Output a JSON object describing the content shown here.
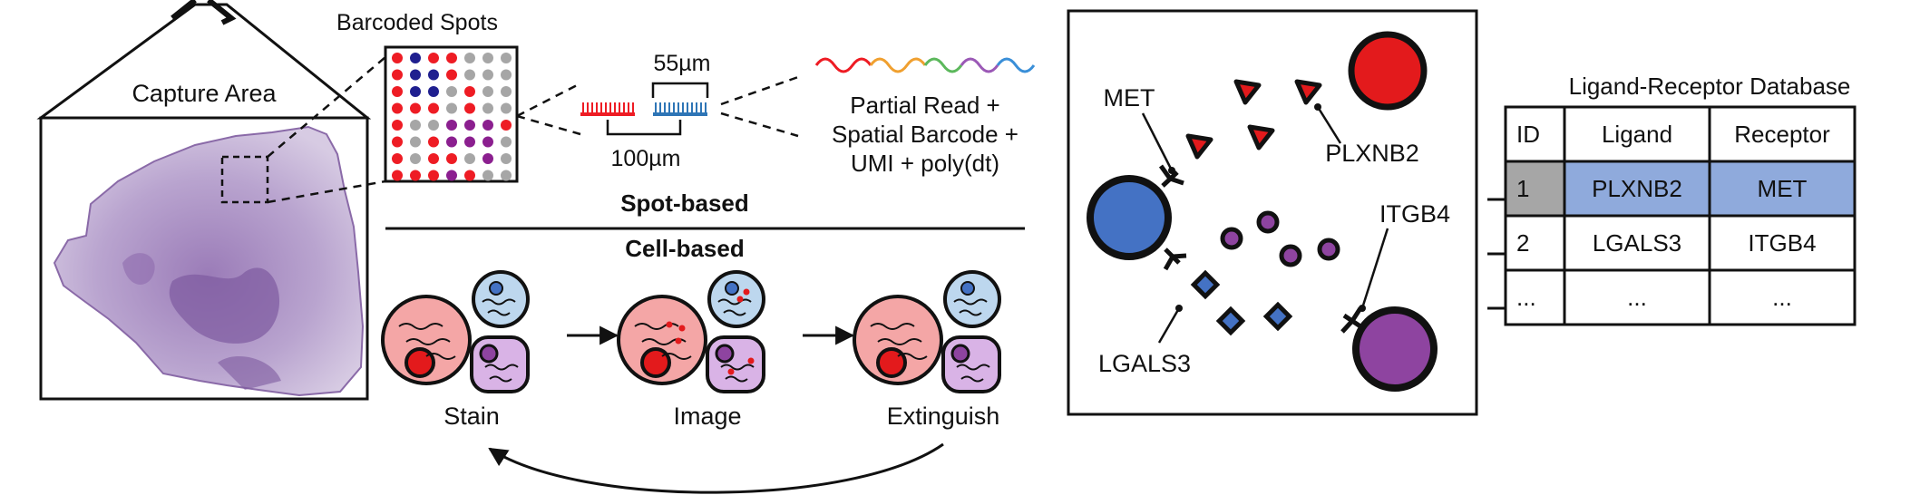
{
  "spatial": {
    "capture_area_label": "Capture Area",
    "barcoded_spots_label": "Barcoded Spots",
    "dist_small": "55µm",
    "dist_large": "100µm",
    "read_line1": "Partial Read +",
    "read_line2": "Spatial Barcode +",
    "read_line3": "UMI + poly(dt)",
    "spot_based_label": "Spot-based",
    "cell_based_label": "Cell-based",
    "steps": [
      "Stain",
      "Image",
      "Extinguish"
    ]
  },
  "interaction": {
    "met_label": "MET",
    "plxnb2_label": "PLXNB2",
    "itgb4_label": "ITGB4",
    "lgals3_label": "LGALS3"
  },
  "database": {
    "title": "Ligand-Receptor Database",
    "headers": [
      "ID",
      "Ligand",
      "Receptor"
    ],
    "rows": [
      [
        "1",
        "PLXNB2",
        "MET"
      ],
      [
        "2",
        "LGALS3",
        "ITGB4"
      ],
      [
        "...",
        "...",
        "..."
      ]
    ]
  },
  "colors": {
    "spot_red": "#ee1c24",
    "spot_navy": "#1f1f8f",
    "spot_purple": "#8b1f8f",
    "spot_grey": "#a6a6a6",
    "cell_blue": "#4472c4",
    "cell_red": "#e31a1c",
    "cell_purple": "#8e44a0",
    "highlight_blue": "#8faadc",
    "highlight_grey": "#a6a6a6",
    "tissue_purple": "#8a6aa8"
  }
}
